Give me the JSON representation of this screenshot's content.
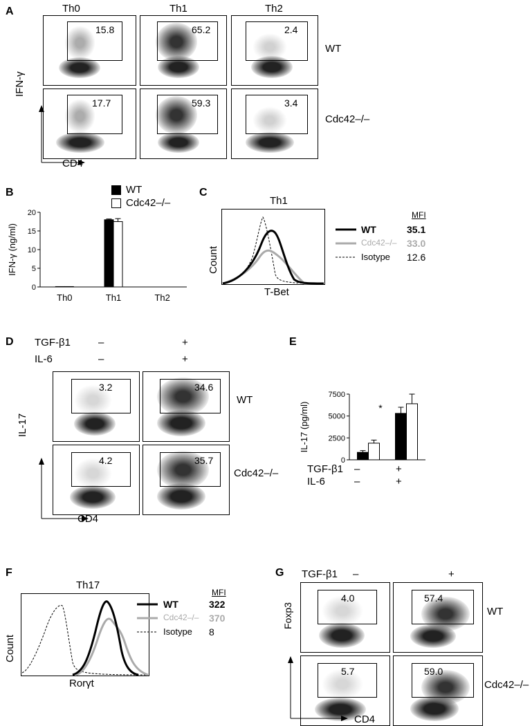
{
  "panel_A": {
    "label": "A",
    "columns": [
      "Th0",
      "Th1",
      "Th2"
    ],
    "rows": [
      "WT",
      "Cdc42–/–"
    ],
    "gate_percentages": [
      [
        "15.8",
        "65.2",
        "2.4"
      ],
      [
        "17.7",
        "59.3",
        "3.4"
      ]
    ],
    "y_axis": "IFN-γ",
    "x_axis": "CD4"
  },
  "panel_B": {
    "label": "B",
    "legend": [
      "WT",
      "Cdc42–/–"
    ],
    "colors": {
      "WT": "#000000",
      "Cdc42": "#ffffff"
    }
  },
  "panel_C": {
    "label": "C",
    "title": "Th1",
    "x_axis": "T-Bet",
    "y_axis": "Count",
    "mfi_header": "MFI",
    "legend": [
      {
        "name": "WT",
        "mfi": "35.1",
        "color": "#000000"
      },
      {
        "name": "Cdc42–/–",
        "mfi": "33.0",
        "color": "#aaaaaa"
      },
      {
        "name": "Isotype",
        "mfi": "12.6",
        "color": "#000000"
      }
    ]
  },
  "panel_D": {
    "label": "D",
    "conditions": [
      {
        "name": "TGF-β1",
        "values": [
          "–",
          "+"
        ]
      },
      {
        "name": "IL-6",
        "values": [
          "–",
          "+"
        ]
      }
    ],
    "rows": [
      "WT",
      "Cdc42–/–"
    ],
    "gate_percentages": [
      [
        "3.2",
        "34.6"
      ],
      [
        "4.2",
        "35.7"
      ]
    ],
    "y_axis": "IL-17",
    "x_axis": "CD4"
  },
  "panel_E": {
    "label": "E",
    "star": "*",
    "conditions": [
      {
        "name": "TGF-β1",
        "values": [
          "–",
          "+"
        ]
      },
      {
        "name": "IL-6",
        "values": [
          "–",
          "+"
        ]
      }
    ]
  },
  "panel_F": {
    "label": "F",
    "title": "Th17",
    "x_axis": "Rorγt",
    "y_axis": "Count",
    "mfi_header": "MFI",
    "legend": [
      {
        "name": "WT",
        "mfi": "322",
        "color": "#000000"
      },
      {
        "name": "Cdc42–/–",
        "mfi": "370",
        "color": "#aaaaaa"
      },
      {
        "name": "Isotype",
        "mfi": "8",
        "color": "#000000"
      }
    ]
  },
  "panel_G": {
    "label": "G",
    "condition": {
      "name": "TGF-β1",
      "values": [
        "–",
        "+"
      ]
    },
    "rows": [
      "WT",
      "Cdc42–/–"
    ],
    "gate_percentages": [
      [
        "4.0",
        "57.4"
      ],
      [
        "5.7",
        "59.0"
      ]
    ],
    "y_axis": "Foxp3",
    "x_axis": "CD4"
  },
  "chart_data": [
    {
      "type": "bar",
      "categories": [
        "Th0",
        "Th1",
        "Th2"
      ],
      "series": [
        {
          "name": "WT",
          "values": [
            0.1,
            18,
            0
          ],
          "errors": [
            0,
            0.2,
            0
          ]
        },
        {
          "name": "Cdc42–/–",
          "values": [
            0.1,
            17.5,
            0
          ],
          "errors": [
            0,
            0.8,
            0
          ]
        }
      ],
      "ylabel": "IFN-γ (ng/ml)",
      "ylim": [
        0,
        20
      ],
      "yticks": [
        "0",
        "5",
        "10",
        "15",
        "20"
      ]
    },
    {
      "type": "bar",
      "categories": [
        "–/–",
        "+/+"
      ],
      "series": [
        {
          "name": "WT",
          "values": [
            850,
            5300
          ],
          "errors": [
            200,
            700
          ]
        },
        {
          "name": "Cdc42–/–",
          "values": [
            1900,
            6400
          ],
          "errors": [
            350,
            1100
          ]
        }
      ],
      "ylabel": "IL-17 (pg/ml)",
      "ylim": [
        0,
        7500
      ],
      "yticks": [
        "0",
        "2500",
        "5000",
        "7500"
      ]
    }
  ]
}
